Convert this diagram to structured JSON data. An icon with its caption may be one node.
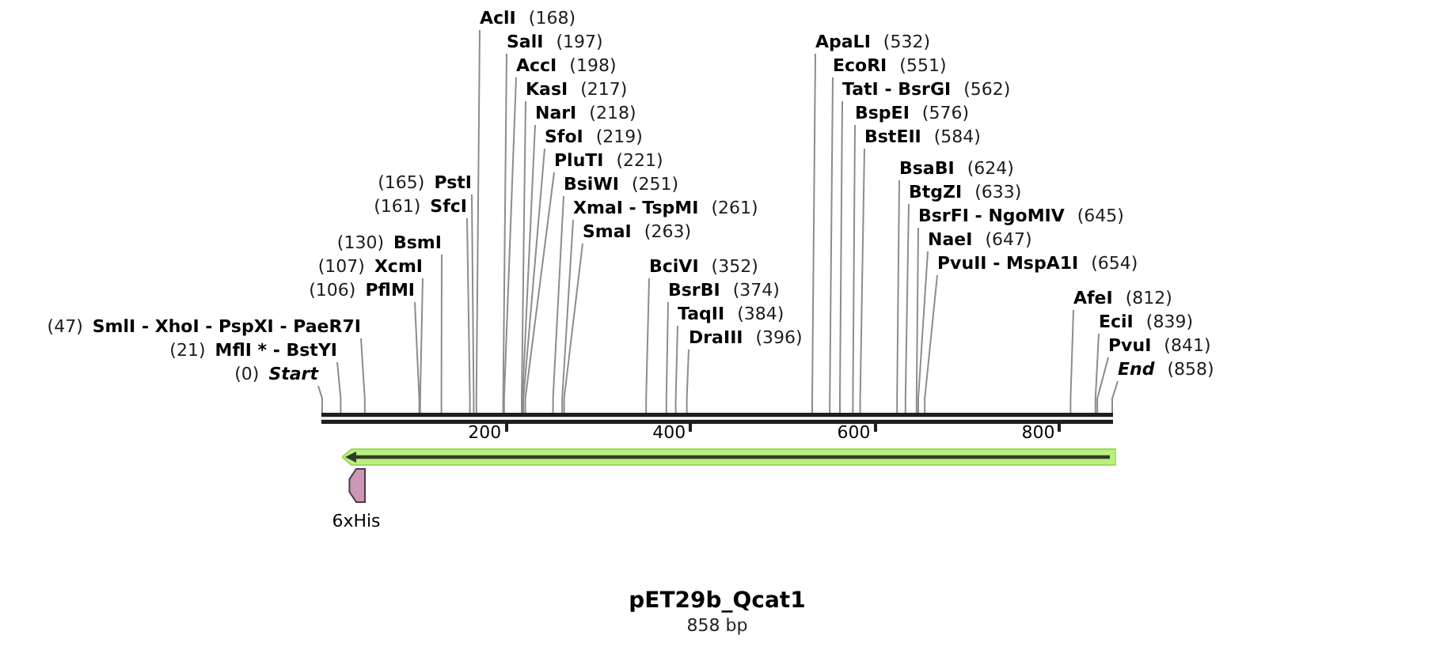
{
  "diagram": {
    "title": "pET29b_Qcat1",
    "caption": "858 bp",
    "nodes": [
      {
        "text": [
          "(0)",
          "Start"
        ]
      },
      {
        "text": [
          "(21)",
          "MflI * - BstYI"
        ]
      },
      {
        "text": [
          "(47)",
          "SmlI - XhoI - PspXI - PaeR7I"
        ]
      },
      {
        "text": [
          "(106)",
          "PflMI"
        ]
      },
      {
        "text": [
          "(107)",
          "XcmI"
        ]
      },
      {
        "text": [
          "(130)",
          "BsmI"
        ]
      },
      {
        "text": [
          "(161)",
          "SfcI"
        ]
      },
      {
        "text": [
          "(165)",
          "PstI"
        ]
      },
      {
        "text": [
          "AclI",
          "(168)"
        ]
      },
      {
        "text": [
          "SalI",
          "(197)"
        ]
      },
      {
        "text": [
          "AccI",
          "(198)"
        ]
      },
      {
        "text": [
          "KasI",
          "(217)"
        ]
      },
      {
        "text": [
          "NarI",
          "(218)"
        ]
      },
      {
        "text": [
          "SfoI",
          "(219)"
        ]
      },
      {
        "text": [
          "PluTI",
          "(221)"
        ]
      },
      {
        "text": [
          "BsiWI",
          "(251)"
        ]
      },
      {
        "text": [
          "XmaI - TspMI",
          "(261)"
        ]
      },
      {
        "text": [
          "SmaI",
          "(263)"
        ]
      },
      {
        "text": [
          "BciVI",
          "(352)"
        ]
      },
      {
        "text": [
          "BsrBI",
          "(374)"
        ]
      },
      {
        "text": [
          "TaqII",
          "(384)"
        ]
      },
      {
        "text": [
          "DraIII",
          "(396)"
        ]
      },
      {
        "text": [
          "ApaLI",
          "(532)"
        ]
      },
      {
        "text": [
          "EcoRI",
          "(551)"
        ]
      },
      {
        "text": [
          "TatI - BsrGI",
          "(562)"
        ]
      },
      {
        "text": [
          "BspEI",
          "(576)"
        ]
      },
      {
        "text": [
          "BstEII",
          "(584)"
        ]
      },
      {
        "text": [
          "BsaBI",
          "(624)"
        ]
      },
      {
        "text": [
          "BtgZI",
          "(633)"
        ]
      },
      {
        "text": [
          "BsrFI - NgoMIV",
          "(645)"
        ]
      },
      {
        "text": [
          "NaeI",
          "(647)"
        ]
      },
      {
        "text": [
          "PvuII - MspA1I",
          "(654)"
        ]
      },
      {
        "text": [
          "AfeI",
          "(812)"
        ]
      },
      {
        "text": [
          "EciI",
          "(839)"
        ]
      },
      {
        "text": [
          "PvuI",
          "(841)"
        ]
      },
      {
        "text": [
          "End",
          "(858)"
        ]
      },
      {
        "text": [],
        "shape": "bar"
      },
      {
        "text": [],
        "shape": "band"
      },
      {
        "text": [
          "6xHis"
        ]
      }
    ],
    "edges": [
      {
        "from": 0,
        "to": 36,
        "arrow": "none"
      },
      {
        "from": 1,
        "to": 36,
        "arrow": "none"
      },
      {
        "from": 2,
        "to": 36,
        "arrow": "none"
      },
      {
        "from": 3,
        "to": 36,
        "arrow": "none"
      },
      {
        "from": 4,
        "to": 36,
        "arrow": "none"
      },
      {
        "from": 5,
        "to": 36,
        "arrow": "none"
      },
      {
        "from": 6,
        "to": 36,
        "arrow": "none"
      },
      {
        "from": 7,
        "to": 36,
        "arrow": "none"
      },
      {
        "from": 8,
        "to": 36,
        "arrow": "none"
      },
      {
        "from": 9,
        "to": 36,
        "arrow": "none"
      },
      {
        "from": 10,
        "to": 36,
        "arrow": "none"
      },
      {
        "from": 11,
        "to": 36,
        "arrow": "none"
      },
      {
        "from": 12,
        "to": 36,
        "arrow": "none"
      },
      {
        "from": 13,
        "to": 36,
        "arrow": "none"
      },
      {
        "from": 14,
        "to": 36,
        "arrow": "none"
      },
      {
        "from": 15,
        "to": 36,
        "arrow": "none"
      },
      {
        "from": 16,
        "to": 36,
        "arrow": "none"
      },
      {
        "from": 17,
        "to": 36,
        "arrow": "none"
      },
      {
        "from": 18,
        "to": 36,
        "arrow": "none"
      },
      {
        "from": 19,
        "to": 36,
        "arrow": "none"
      },
      {
        "from": 20,
        "to": 36,
        "arrow": "none"
      },
      {
        "from": 21,
        "to": 36,
        "arrow": "none"
      },
      {
        "from": 22,
        "to": 36,
        "arrow": "none"
      },
      {
        "from": 23,
        "to": 36,
        "arrow": "none"
      },
      {
        "from": 24,
        "to": 36,
        "arrow": "none"
      },
      {
        "from": 25,
        "to": 36,
        "arrow": "none"
      },
      {
        "from": 26,
        "to": 36,
        "arrow": "none"
      },
      {
        "from": 27,
        "to": 36,
        "arrow": "none"
      },
      {
        "from": 28,
        "to": 36,
        "arrow": "none"
      },
      {
        "from": 29,
        "to": 36,
        "arrow": "none"
      },
      {
        "from": 30,
        "to": 36,
        "arrow": "none"
      },
      {
        "from": 31,
        "to": 36,
        "arrow": "none"
      },
      {
        "from": 32,
        "to": 36,
        "arrow": "none"
      },
      {
        "from": 33,
        "to": 36,
        "arrow": "none"
      },
      {
        "from": 34,
        "to": 36,
        "arrow": "none"
      },
      {
        "from": 35,
        "to": 36,
        "arrow": "none"
      }
    ],
    "labels": [
      "200",
      "400",
      "600",
      "800"
    ]
  }
}
